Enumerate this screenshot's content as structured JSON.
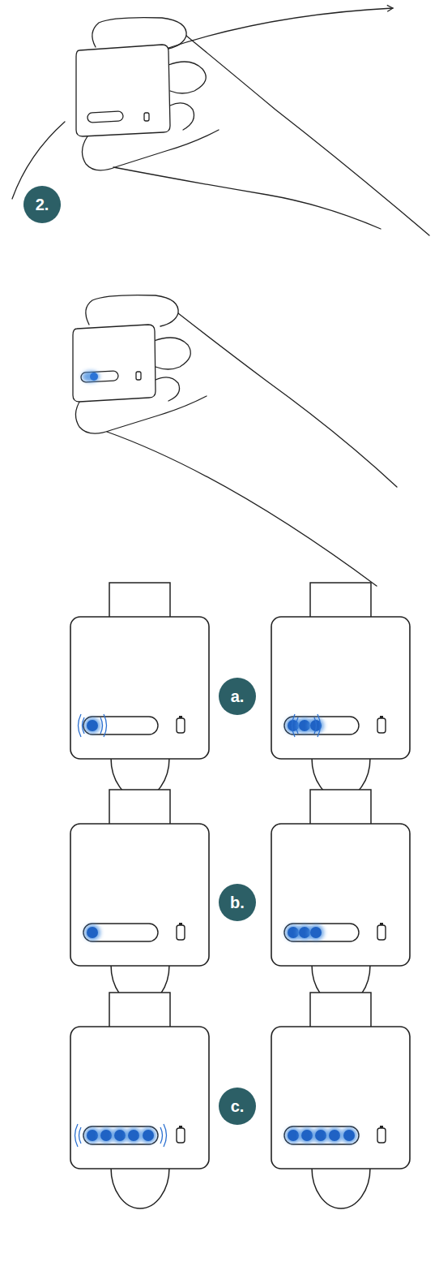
{
  "diagram": {
    "nodes": [
      {
        "text": [
          "2."
        ]
      },
      {
        "text": [
          "a."
        ]
      },
      {
        "text": [
          "b."
        ]
      },
      {
        "text": [
          "c."
        ]
      }
    ]
  }
}
